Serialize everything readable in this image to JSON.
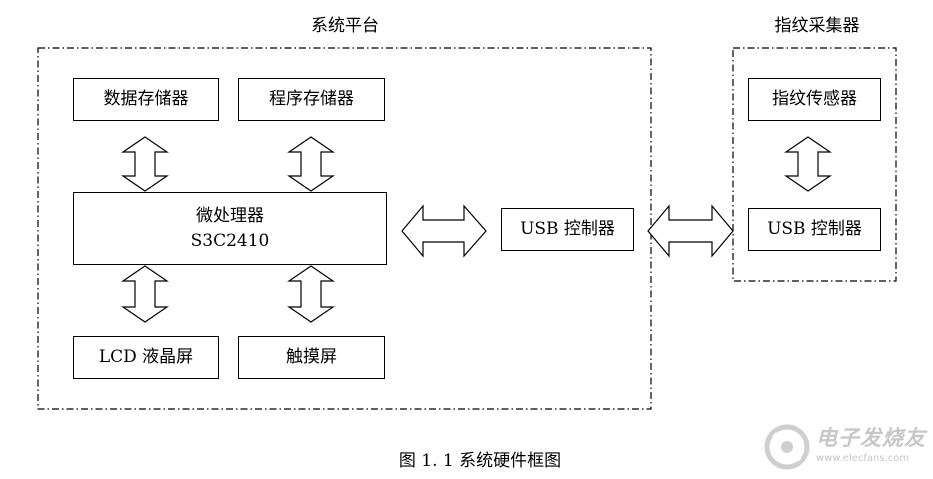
{
  "groups": {
    "system_platform": "系统平台",
    "fingerprint_collector": "指纹采集器"
  },
  "blocks": {
    "data_storage": "数据存储器",
    "program_storage": "程序存储器",
    "microprocessor_line1": "微处理器",
    "microprocessor_line2": "S3C2410",
    "lcd": "LCD 液晶屏",
    "touchscreen": "触摸屏",
    "usb_controller_platform": "USB 控制器",
    "fingerprint_sensor": "指纹传感器",
    "usb_controller_collector": "USB 控制器"
  },
  "caption": "图 1. 1 系统硬件框图",
  "watermark": {
    "text": "电子发烧友",
    "url": "www.elecfans.com"
  }
}
